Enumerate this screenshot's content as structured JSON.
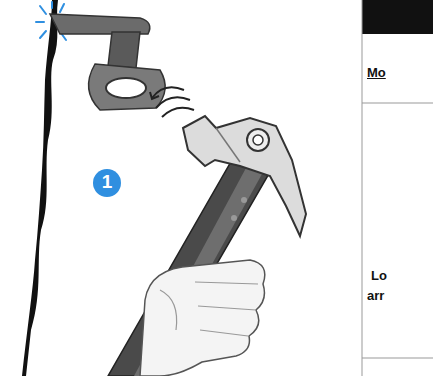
{
  "diagram": {
    "labels": [
      "1",
      "Mo",
      "Lo",
      "arr"
    ]
  }
}
